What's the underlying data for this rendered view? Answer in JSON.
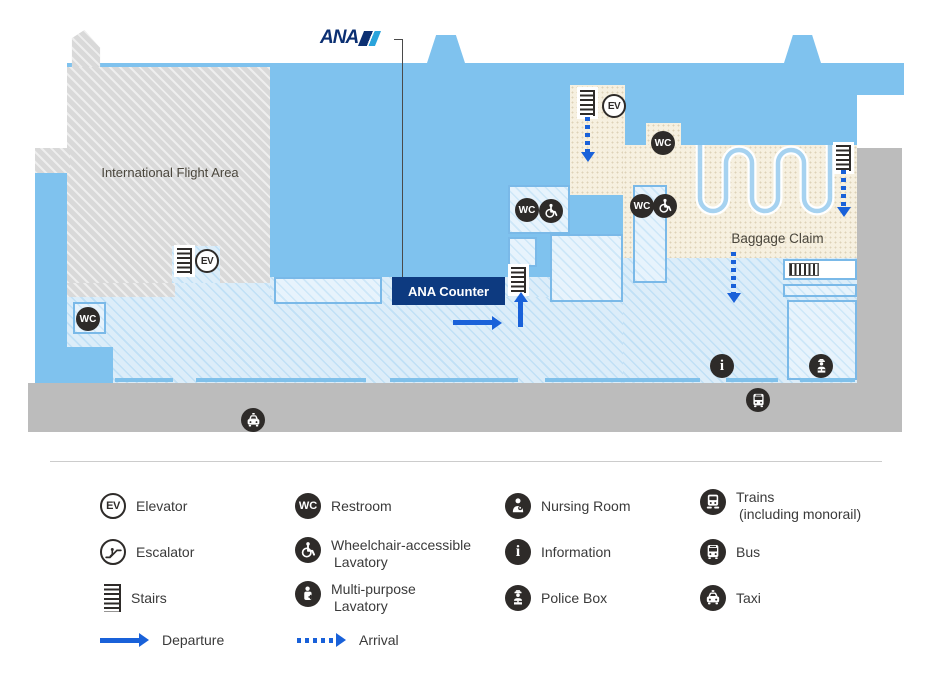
{
  "logo": {
    "text": "ANA"
  },
  "map": {
    "labels": {
      "international_area": "International Flight Area",
      "ana_counter": "ANA Counter",
      "baggage_claim": "Baggage Claim"
    },
    "icon_texts": {
      "elevator": "EV",
      "restroom": "WC",
      "information": "i"
    }
  },
  "legend": {
    "items": [
      {
        "id": "elevator",
        "label": "Elevator"
      },
      {
        "id": "escalator",
        "label": "Escalator"
      },
      {
        "id": "stairs",
        "label": "Stairs"
      },
      {
        "id": "departure",
        "label": "Departure"
      },
      {
        "id": "restroom",
        "label": "Restroom"
      },
      {
        "id": "wheelchair",
        "label": "Wheelchair-accessible",
        "label2": "Lavatory"
      },
      {
        "id": "multipurpose",
        "label": "Multi-purpose",
        "label2": "Lavatory"
      },
      {
        "id": "arrival",
        "label": "Arrival"
      },
      {
        "id": "nursing",
        "label": "Nursing Room"
      },
      {
        "id": "information",
        "label": "Information"
      },
      {
        "id": "police",
        "label": "Police Box"
      },
      {
        "id": "trains",
        "label": "Trains",
        "label2": "(including monorail)"
      },
      {
        "id": "bus",
        "label": "Bus"
      },
      {
        "id": "taxi",
        "label": "Taxi"
      }
    ]
  },
  "colors": {
    "terminal_blue": "#7FC2EE",
    "concourse_pale": "#DCEDF9",
    "baggage_beige": "#F6F0E0",
    "road_gray": "#BCBCBC",
    "restricted_gray": "#D9D9D9",
    "counter_navy": "#0D3A80",
    "arrow_blue": "#1961D9",
    "icon_dark": "#2E2B29",
    "carousel_blue": "#A6D2F0"
  }
}
